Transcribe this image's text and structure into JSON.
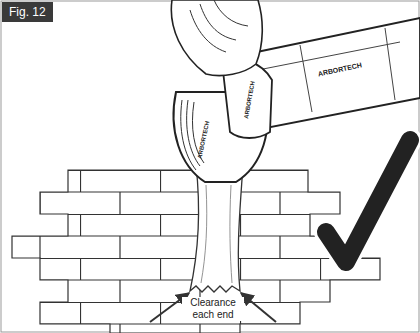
{
  "diagram": {
    "title": "Fig. 12",
    "labels": [
      "Clearance each end",
      "ARBORTECH",
      "ARBORTECH",
      "ARBORTECH"
    ]
  }
}
